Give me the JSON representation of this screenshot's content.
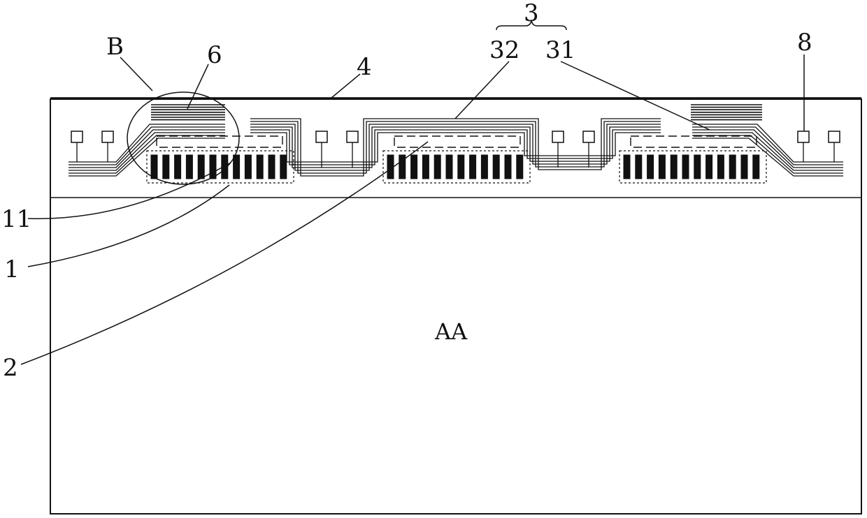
{
  "labels": {
    "ref_b": "B",
    "ref_6": "6",
    "ref_4": "4",
    "ref_3": "3",
    "ref_32": "32",
    "ref_31": "31",
    "ref_8": "8",
    "ref_11": "11",
    "ref_1": "1",
    "ref_2": "2",
    "active_area": "AA"
  },
  "counts": {
    "pads_per_group": 12,
    "trace_bundle_lines": 6
  },
  "colors": {
    "line": "#111111",
    "background": "#ffffff"
  }
}
